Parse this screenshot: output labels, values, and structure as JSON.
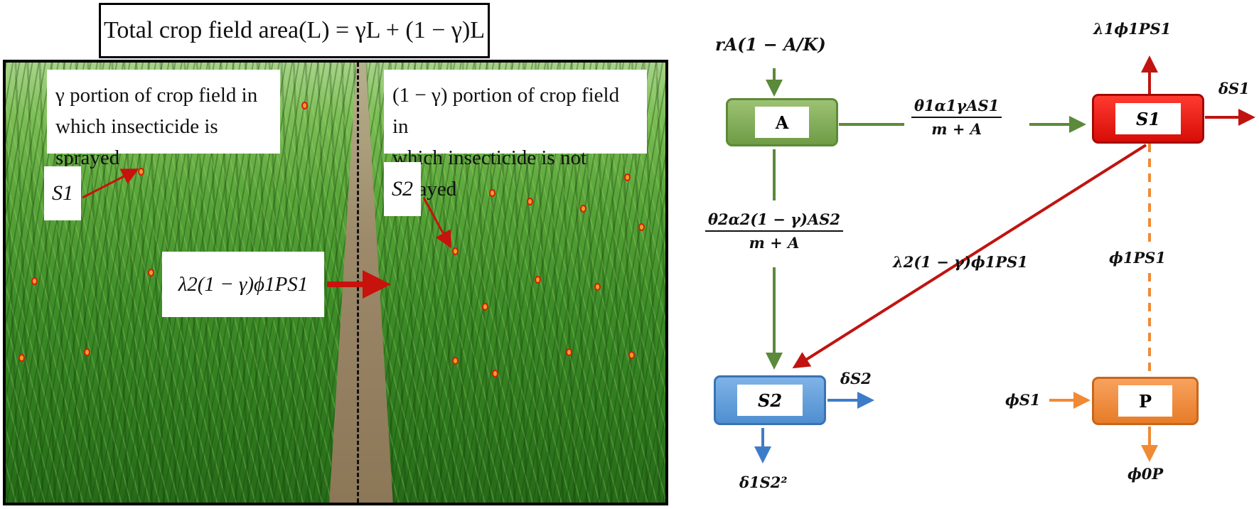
{
  "header": {
    "title": "Total crop field area(L) = γL + (1 − γ)L"
  },
  "photo": {
    "sprayed_label_line1": "γ portion of crop field in",
    "sprayed_label_line2": "which insecticide is sprayed",
    "unsprayed_label_line1": "(1 − γ) portion of crop field in",
    "unsprayed_label_line2": "which insecticide is not sprayed",
    "s1_label": "S1",
    "s2_label": "S2",
    "migration_label": "λ2(1 − γ)ϕ1PS1"
  },
  "diagram": {
    "nodes": {
      "A": "A",
      "S1": "S1",
      "S2": "S2",
      "P": "P"
    },
    "flows": {
      "A_growth": "rA(1 − A/K)",
      "A_to_S1_num": "θ1α1γAS1",
      "A_to_S1_den": "m + A",
      "A_to_S2_num": "θ2α2(1 − γ)AS2",
      "A_to_S2_den": "m + A",
      "S1_out_top": "λ1ϕ1PS1",
      "S1_out_right": "δS1",
      "S1_to_S2": "λ2(1 − γ)ϕ1PS1",
      "S1_to_P": "ϕ1PS1",
      "S2_out_right": "δS2",
      "S2_out_bottom": "δ1S2²",
      "P_in": "ϕS1",
      "P_out": "ϕ0P"
    },
    "colors": {
      "A": "#7aa84f",
      "S1": "#e8150e",
      "S2": "#5b9bd5",
      "P": "#f08a35",
      "green_arrow": "#5a8a3a",
      "red_arrow": "#c01410"
    }
  }
}
